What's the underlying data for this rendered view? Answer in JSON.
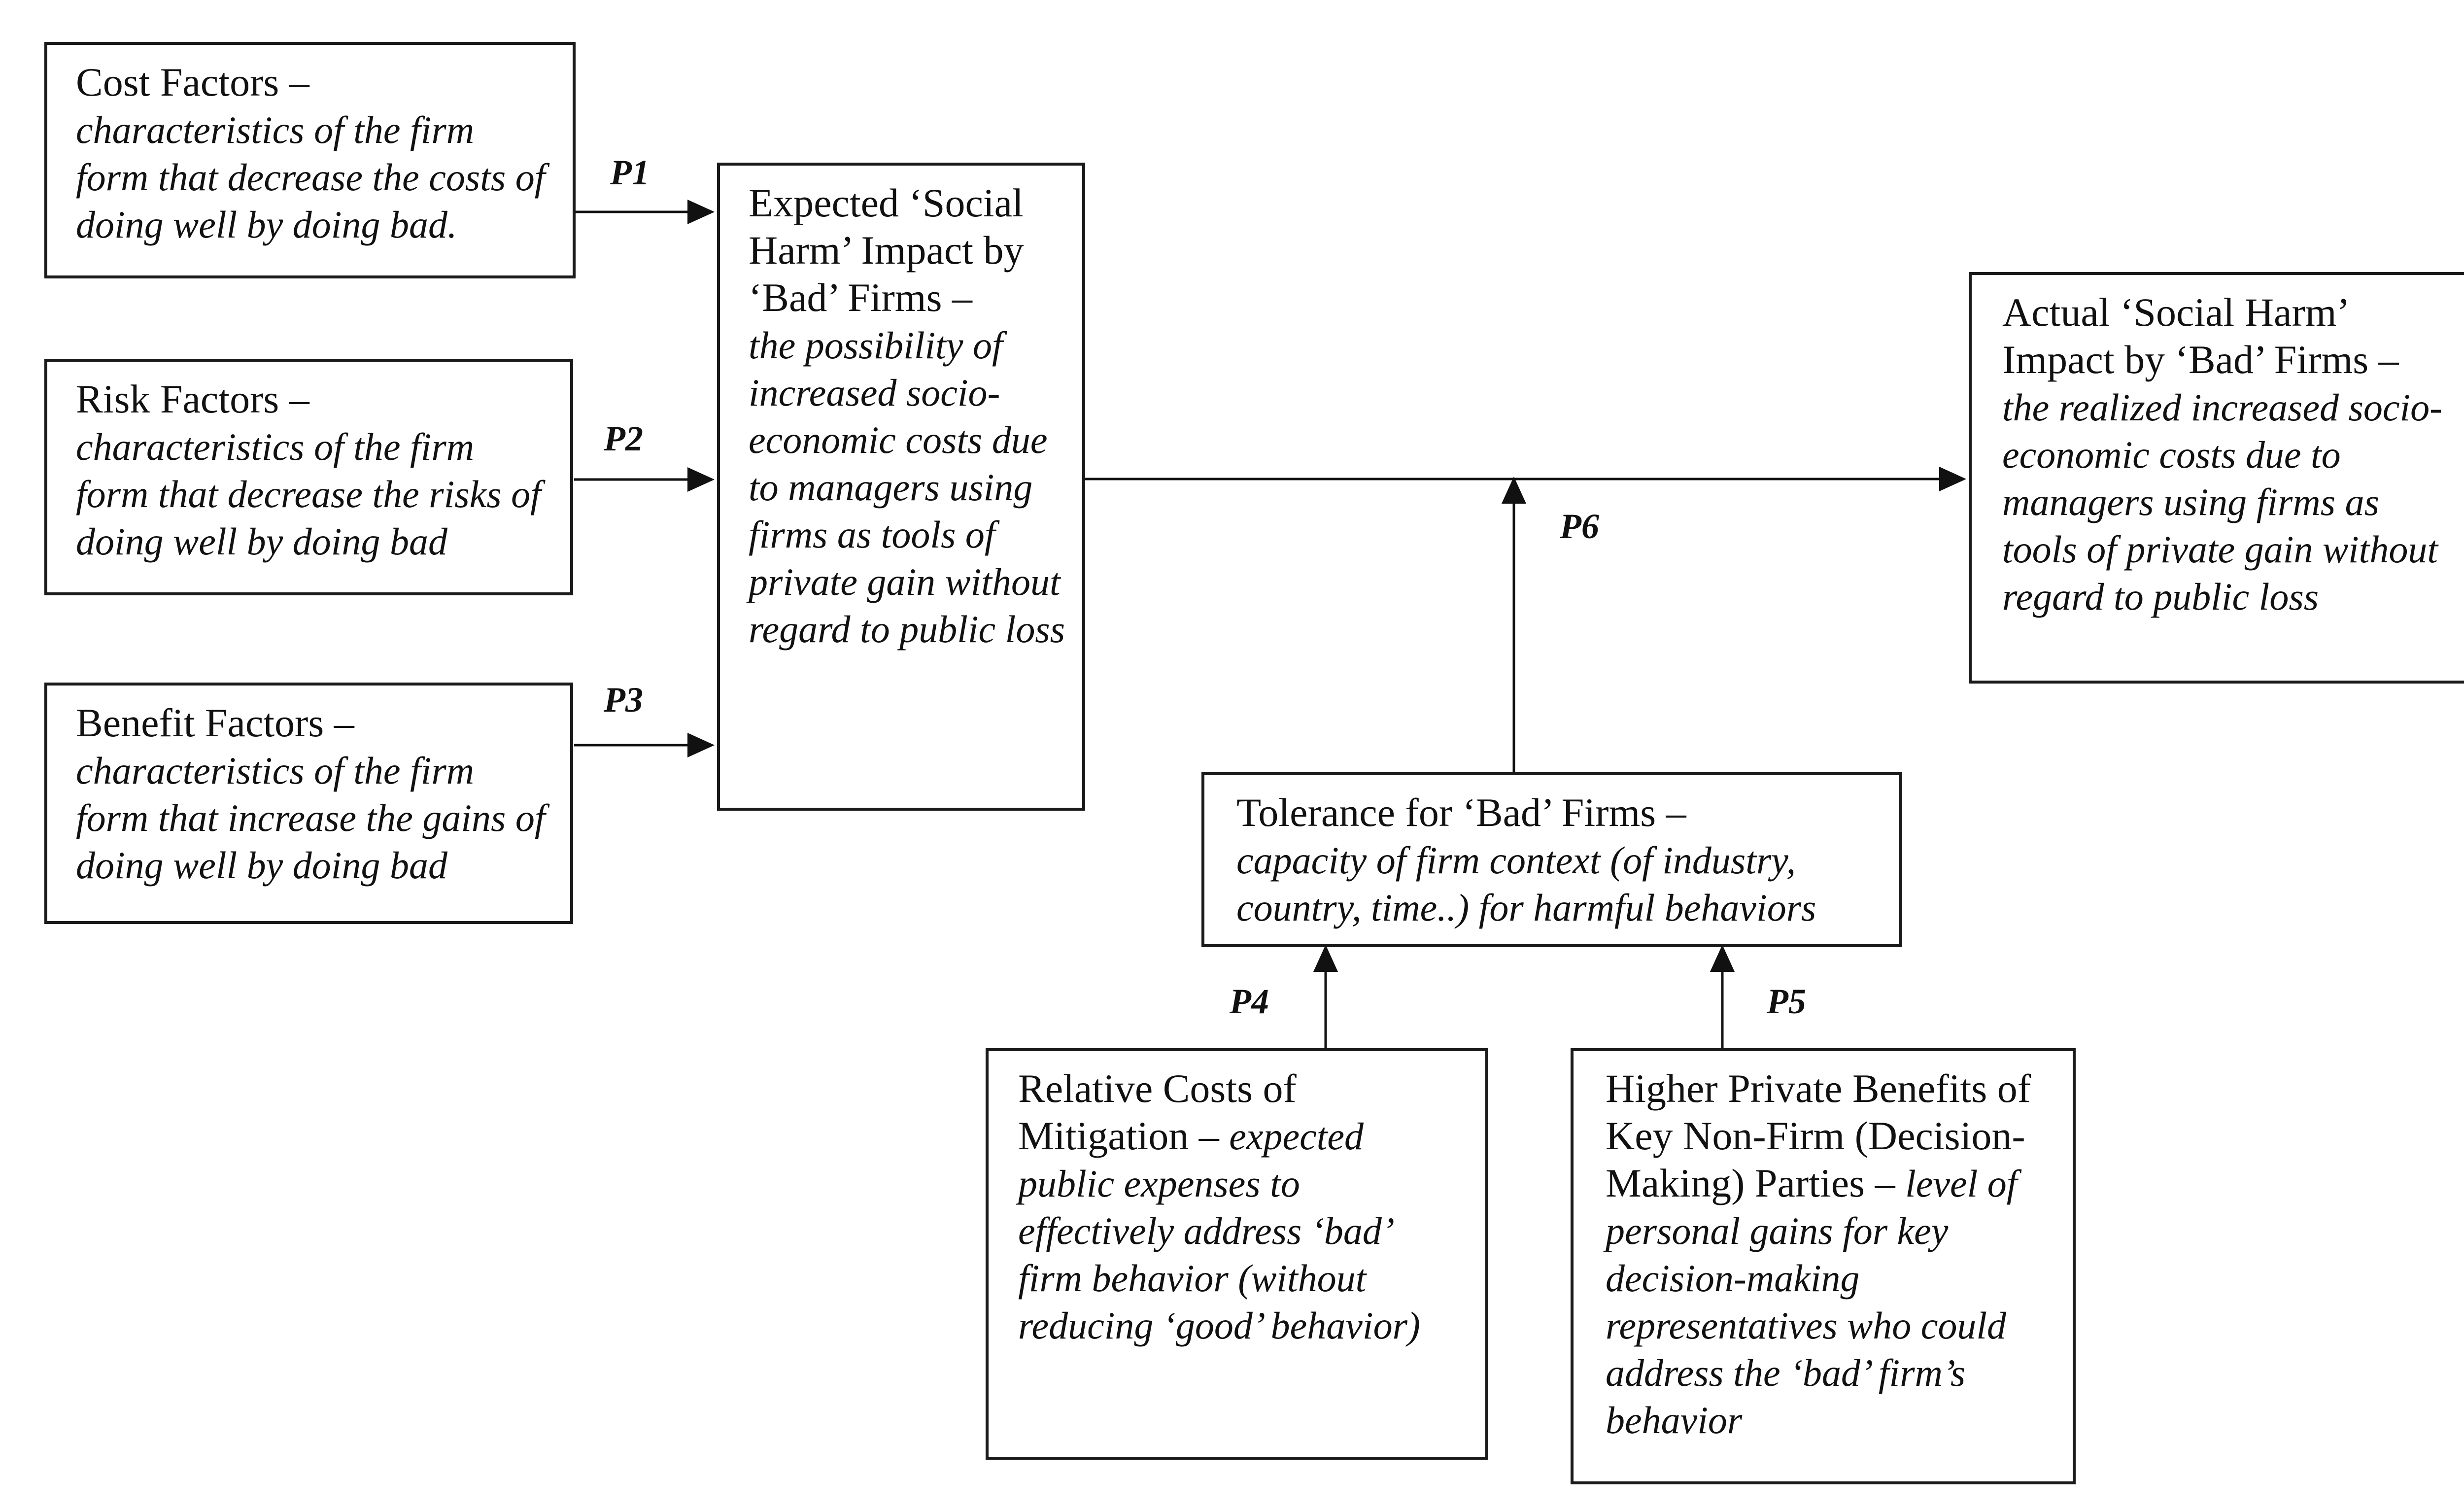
{
  "boxes": {
    "cost": {
      "title": "Cost Factors –",
      "desc": "characteristics of the firm form that decrease the costs of doing well by doing bad."
    },
    "risk": {
      "title": "Risk Factors –",
      "desc": "characteristics of the firm form that decrease the risks of doing well by doing bad"
    },
    "benefit": {
      "title": "Benefit Factors –",
      "desc": "characteristics of the firm form that increase the gains of doing well by doing bad"
    },
    "expected": {
      "title": "Expected ‘Social Harm’ Impact by ‘Bad’ Firms –",
      "desc": "the possibility of increased socio-economic costs due to managers using firms as tools of private gain without regard to public loss"
    },
    "actual": {
      "title": "Actual ‘Social Harm’ Impact by ‘Bad’ Firms –",
      "desc": "the realized increased socio-economic costs due to managers using firms as tools of private gain without regard to public loss"
    },
    "tolerance": {
      "title": "Tolerance for ‘Bad’ Firms –",
      "desc": "capacity of firm context (of industry, country, time..) for harmful behaviors"
    },
    "mitigation": {
      "title": "Relative Costs of Mitigation –",
      "desc": "expected public expenses to effectively address ‘bad’ firm behavior (without reducing ‘good’ behavior)"
    },
    "private": {
      "title": "Higher Private Benefits of Key Non-Firm (Decision-Making) Parties –",
      "desc": "level of personal gains for key decision-making representatives who could address the ‘bad’ firm’s behavior"
    }
  },
  "edges": {
    "p1": "P1",
    "p2": "P2",
    "p3": "P3",
    "p4": "P4",
    "p5": "P5",
    "p6": "P6"
  }
}
